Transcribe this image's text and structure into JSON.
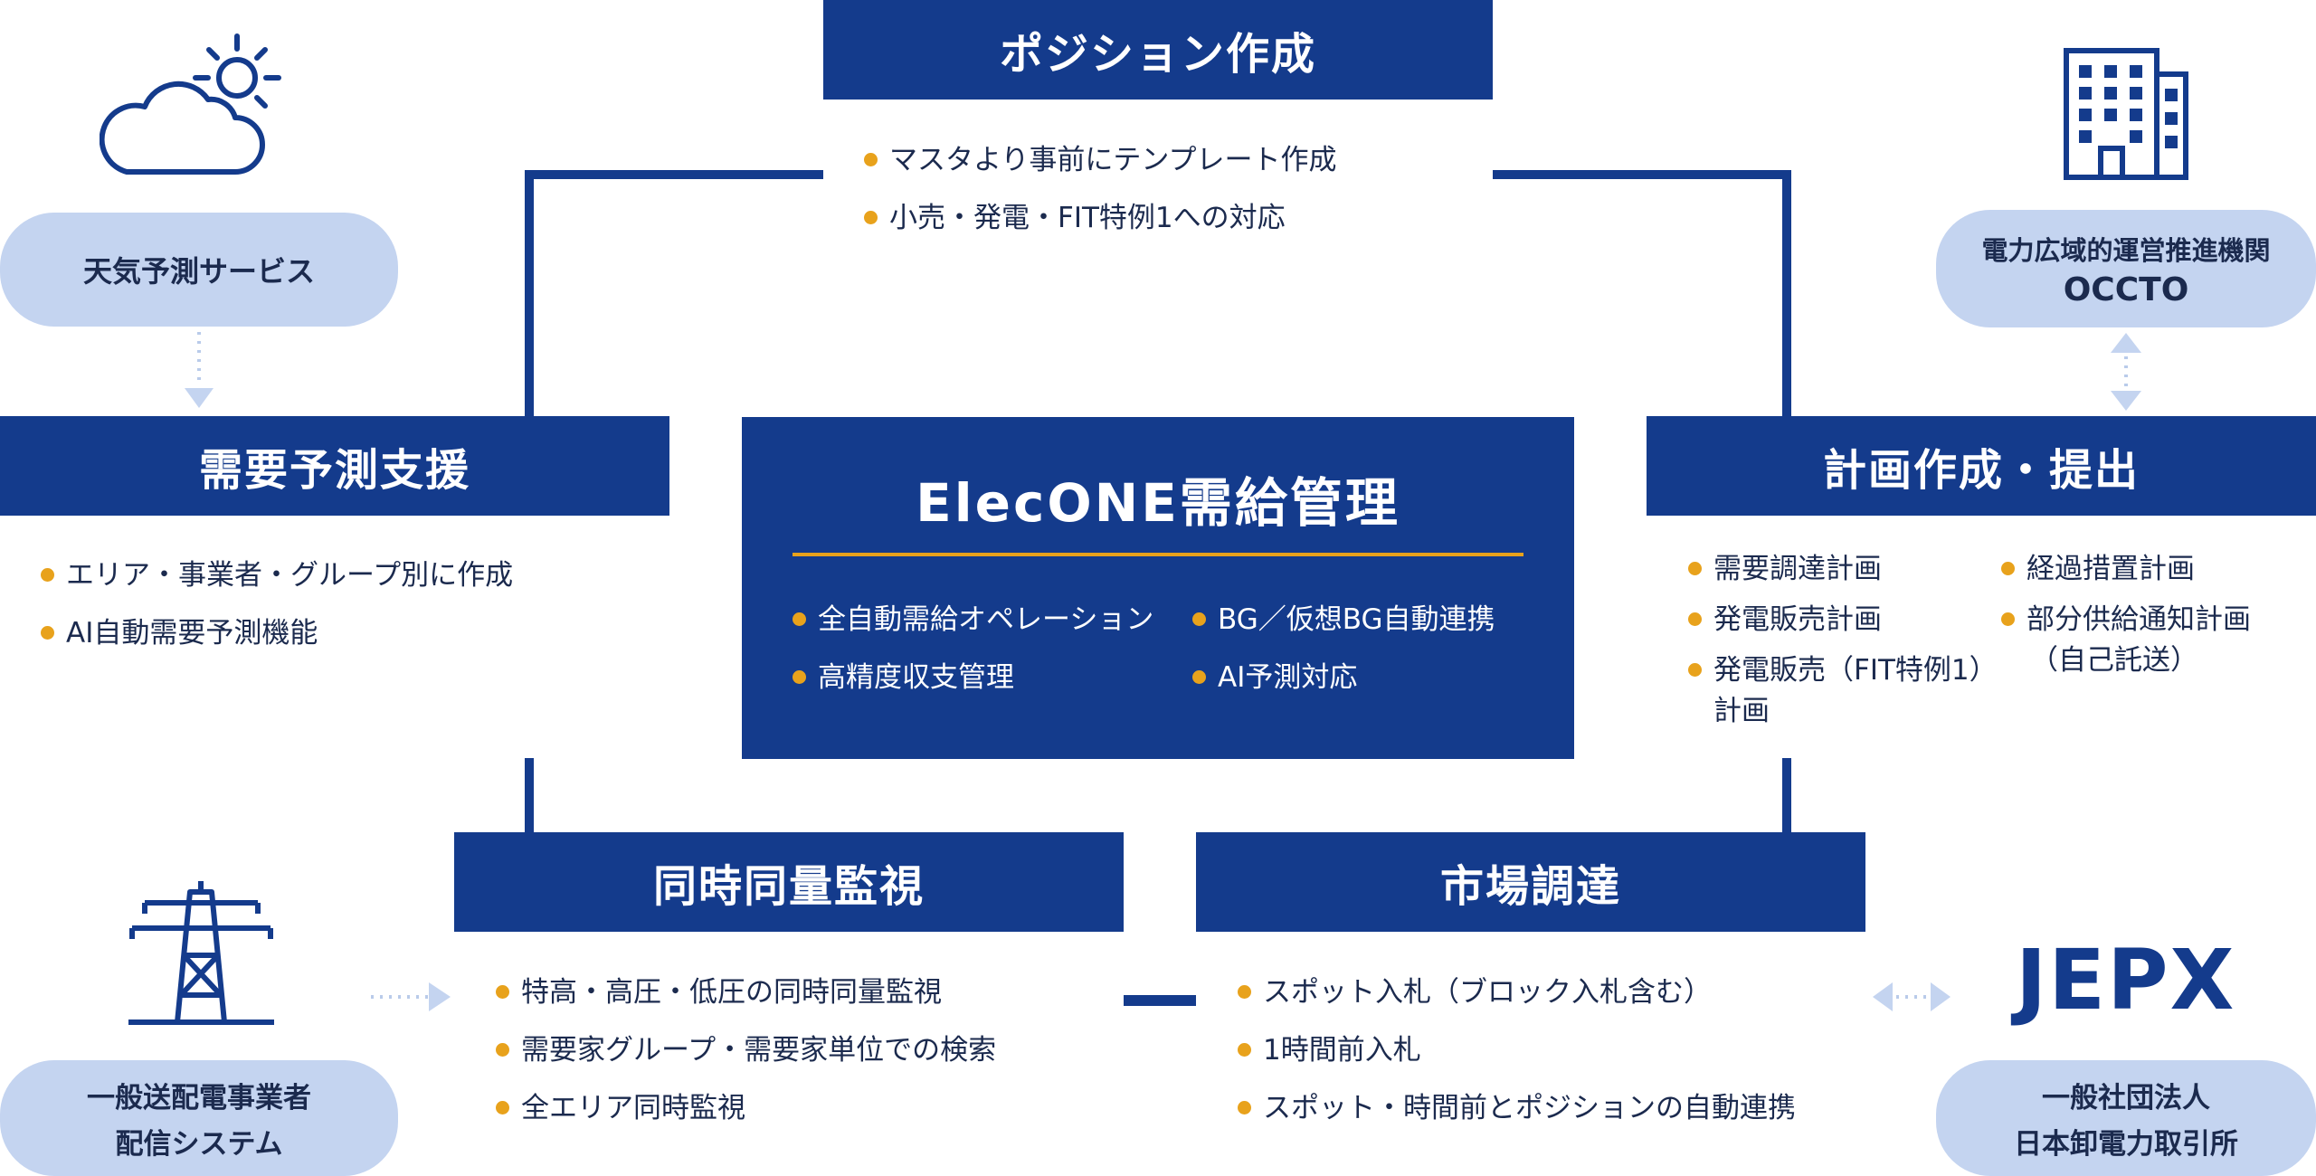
{
  "position": {
    "title": "ポジション作成",
    "items": [
      "マスタより事前にテンプレート作成",
      "小売・発電・FIT特例1への対応"
    ]
  },
  "demand": {
    "title": "需要予測支援",
    "items": [
      "エリア・事業者・グループ別に作成",
      "AI自動需要予測機能"
    ]
  },
  "center": {
    "title": "ElecONE需給管理",
    "items_left": [
      "全自動需給オペレーション",
      "高精度収支管理"
    ],
    "items_right": [
      "BG／仮想BG自動連携",
      "AI予測対応"
    ]
  },
  "plan": {
    "title": "計画作成・提出",
    "items_left": [
      "需要調達計画",
      "発電販売計画",
      "発電販売（FIT特例1）",
      "計画"
    ],
    "items_right": [
      "経過措置計画",
      "部分供給通知計画",
      "（自己託送）"
    ]
  },
  "monitor": {
    "title": "同時同量監視",
    "items": [
      "特高・高圧・低圧の同時同量監視",
      "需要家グループ・需要家単位での検索",
      "全エリア同時監視"
    ]
  },
  "market": {
    "title": "市場調達",
    "items": [
      "スポット入札（ブロック入札含む）",
      "1時間前入札",
      "スポット・時間前とポジションの自動連携"
    ]
  },
  "weather": {
    "label": "天気予測サービス",
    "icon": "weather-icon"
  },
  "occto": {
    "label1": "電力広域的運営推進機関",
    "label2": "OCCTO",
    "icon": "building-icon"
  },
  "tso": {
    "label1": "一般送配電事業者",
    "label2": "配信システム",
    "icon": "power-tower-icon"
  },
  "jepx": {
    "logo": "JEPX",
    "label1": "一般社団法人",
    "label2": "日本卸電力取引所"
  },
  "colors": {
    "navy": "#143b8c",
    "accent": "#e8a21c",
    "pill": "#c4d4f0"
  }
}
